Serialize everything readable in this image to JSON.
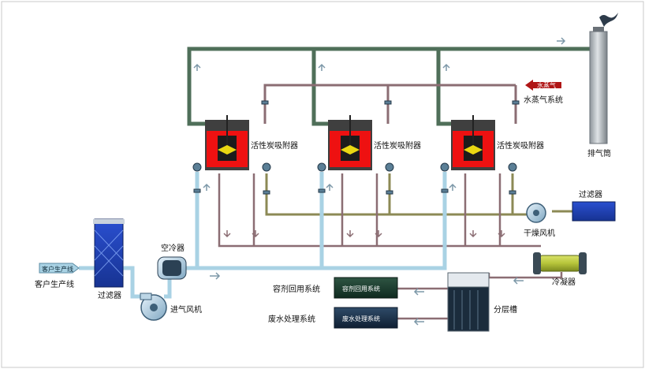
{
  "labels": {
    "adsorber_1": "活性炭吸附器",
    "adsorber_2": "活性炭吸附器",
    "adsorber_3": "活性炭吸附器",
    "steam_system": "水蒸气系统",
    "steam_tag": "水蒸气",
    "exhaust_stack": "排气筒",
    "filter_right": "过滤器",
    "dry_fan": "干燥风机",
    "condenser": "冷凝器",
    "solvent_recovery": "容剂回用系统",
    "solvent_recovery_box": "容剂回用系统",
    "wastewater": "废水处理系统",
    "wastewater_box": "废水处理系统",
    "layer_tank": "分层槽",
    "customer_line_tag": "客户生产线",
    "customer_line": "客户生产线",
    "filter_left": "过滤器",
    "air_cooler": "空冷器",
    "intake_fan": "进气风机"
  },
  "colors": {
    "exhaust_pipe": "#4f6f59",
    "steam_pipe": "#8b6d73",
    "dry_pipe": "#8c8a55",
    "intake_pipe": "#a9d2e4",
    "adsorber_red": "#ee1111",
    "adsorber_dark": "#3f3f3f",
    "flow_arrow": "#7d98a8"
  }
}
